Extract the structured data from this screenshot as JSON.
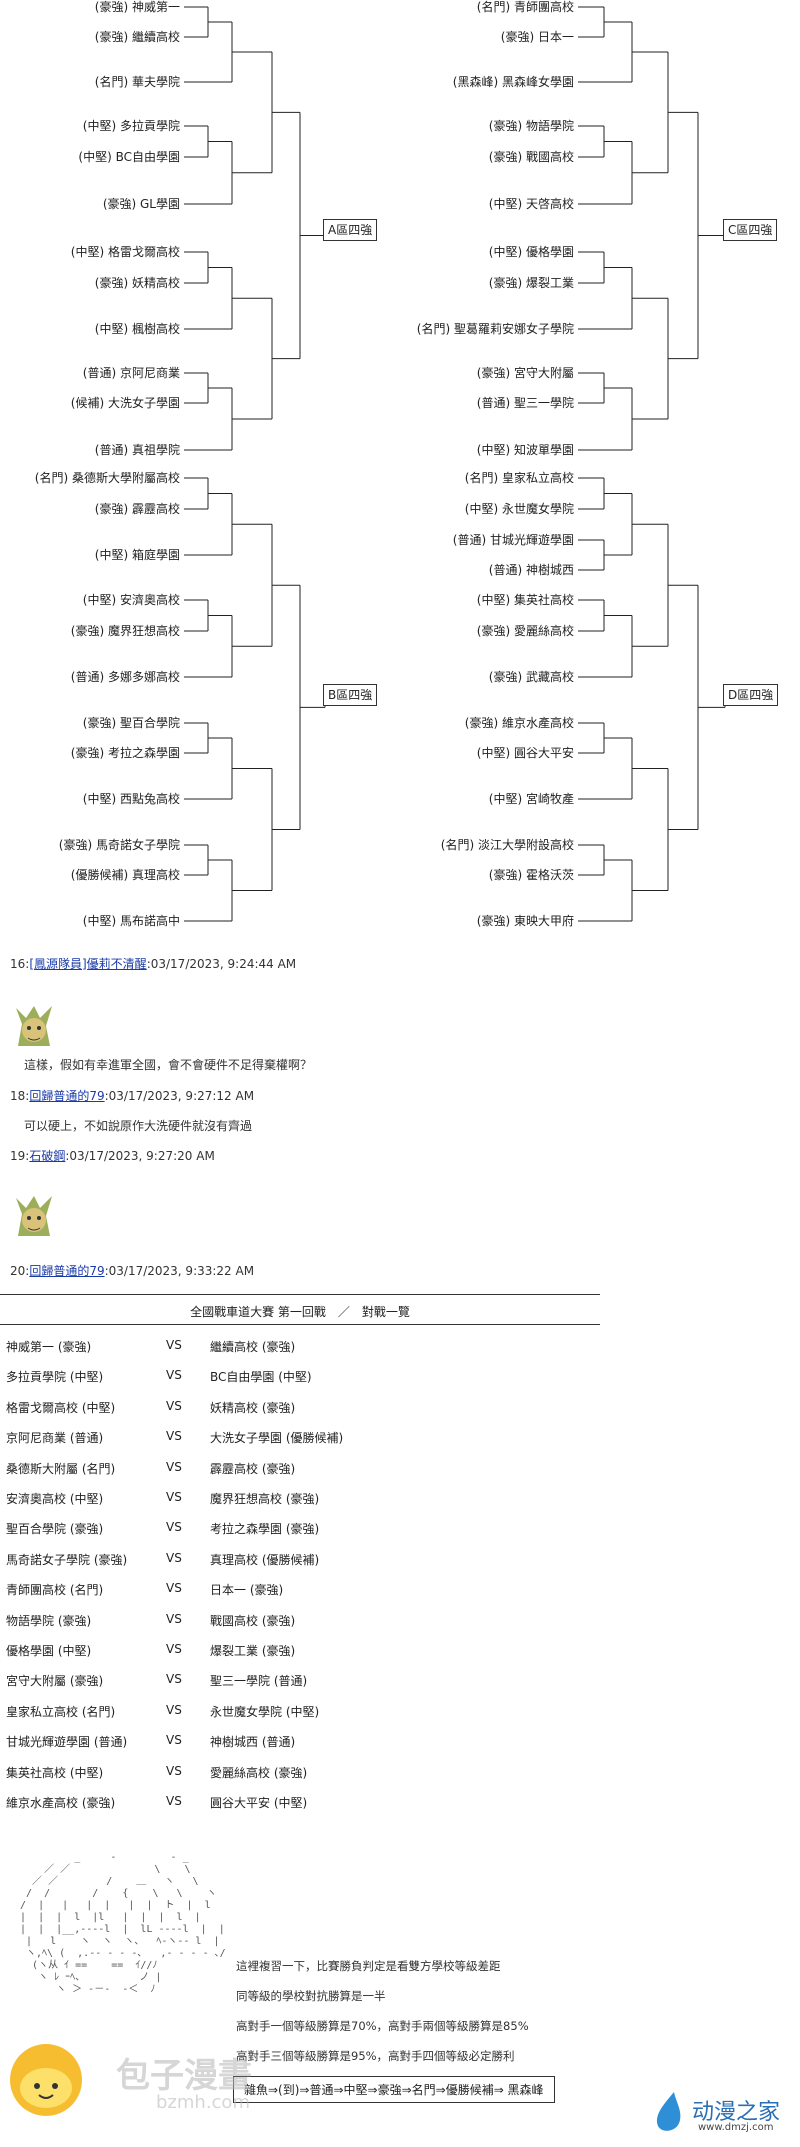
{
  "bracket": {
    "left_column": [
      {
        "tag": "(豪強)",
        "name": "神威第一"
      },
      {
        "tag": "(豪強)",
        "name": "繼續高校"
      },
      {
        "tag": "(名門)",
        "name": "華夫學院"
      },
      {
        "tag": "(中堅)",
        "name": "多拉貢學院"
      },
      {
        "tag": "(中堅)",
        "name": "BC自由學園"
      },
      {
        "tag": "(豪強)",
        "name": "GL學園"
      },
      {
        "tag": "(中堅)",
        "name": "格雷戈爾高校"
      },
      {
        "tag": "(豪強)",
        "name": "妖精高校"
      },
      {
        "tag": "(中堅)",
        "name": "楓樹高校"
      },
      {
        "tag": "(普通)",
        "name": "京阿尼商業"
      },
      {
        "tag": "(候補)",
        "name": "大洗女子學園"
      },
      {
        "tag": "(普通)",
        "name": "真祖學院"
      },
      {
        "tag": "(名門)",
        "name": "桑德斯大學附屬高校"
      },
      {
        "tag": "(豪強)",
        "name": "霹靂高校"
      },
      {
        "tag": "(中堅)",
        "name": "箱庭學園"
      },
      {
        "tag": "(中堅)",
        "name": "安濟奧高校"
      },
      {
        "tag": "(豪強)",
        "name": "魔界狂想高校"
      },
      {
        "tag": "(普通)",
        "name": "多娜多娜高校"
      },
      {
        "tag": "(豪強)",
        "name": "聖百合學院"
      },
      {
        "tag": "(豪強)",
        "name": "考拉之森學園"
      },
      {
        "tag": "(中堅)",
        "name": "西點兔高校"
      },
      {
        "tag": "(豪強)",
        "name": "馬奇諾女子學院"
      },
      {
        "tag": "(優勝候補)",
        "name": "真理高校"
      },
      {
        "tag": "(中堅)",
        "name": "馬布諾高中"
      }
    ],
    "right_column": [
      {
        "tag": "(名門)",
        "name": "青師團高校"
      },
      {
        "tag": "(豪強)",
        "name": "日本一"
      },
      {
        "tag": "(黑森峰)",
        "name": "黑森峰女學園"
      },
      {
        "tag": "(豪強)",
        "name": "物語學院"
      },
      {
        "tag": "(豪強)",
        "name": "戰國高校"
      },
      {
        "tag": "(中堅)",
        "name": "天啓高校"
      },
      {
        "tag": "(中堅)",
        "name": "優格學園"
      },
      {
        "tag": "(豪強)",
        "name": "爆裂工業"
      },
      {
        "tag": "(名門)",
        "name": "聖葛羅莉安娜女子學院"
      },
      {
        "tag": "(豪強)",
        "name": "宮守大附屬"
      },
      {
        "tag": "(普通)",
        "name": "聖三一學院"
      },
      {
        "tag": "(中堅)",
        "name": "知波單學園"
      },
      {
        "tag": "(名門)",
        "name": "皇家私立高校"
      },
      {
        "tag": "(中堅)",
        "name": "永世魔女學院"
      },
      {
        "tag": "(普通)",
        "name": "甘城光輝遊學園"
      },
      {
        "tag": "(普通)",
        "name": "神樹城西"
      },
      {
        "tag": "(中堅)",
        "name": "集英社高校"
      },
      {
        "tag": "(豪強)",
        "name": "愛麗絲高校"
      },
      {
        "tag": "(豪強)",
        "name": "武藏高校"
      },
      {
        "tag": "(豪強)",
        "name": "維京水產高校"
      },
      {
        "tag": "(中堅)",
        "name": "圓谷大平安"
      },
      {
        "tag": "(中堅)",
        "name": "宮崎牧產"
      },
      {
        "tag": "(名門)",
        "name": "淡江大學附設高校"
      },
      {
        "tag": "(豪強)",
        "name": "霍格沃茨"
      },
      {
        "tag": "(豪強)",
        "name": "東映大甲府"
      }
    ],
    "zones": {
      "a": "A區四強",
      "b": "B區四強",
      "c": "C區四強",
      "d": "D區四強"
    }
  },
  "posts": {
    "p16": {
      "num": "16:",
      "user": "[鳳源隊員]優莉不清醒",
      "time": ":03/17/2023, 9:24:44 AM",
      "body": "這樣，假如有幸進軍全國，會不會硬件不足得棄權啊？"
    },
    "p18": {
      "num": "18:",
      "user": "回歸普通的79",
      "time": ":03/17/2023, 9:27:12 AM",
      "body": "可以硬上，不如說原作大洗硬件就沒有齊過"
    },
    "p19": {
      "num": "19:",
      "user": "石破鋼",
      "time": ":03/17/2023, 9:27:20 AM"
    },
    "p20": {
      "num": "20:",
      "user": "回歸普通的79",
      "time": ":03/17/2023, 9:33:22 AM"
    }
  },
  "matchups": {
    "title": "全國戰車道大賽 第一回戰　／　對戰一覽",
    "vs": "VS",
    "rows": [
      {
        "a": "神威第一 (豪強)",
        "b": "繼續高校 (豪強)"
      },
      {
        "a": "多拉貢學院 (中堅)",
        "b": "BC自由學園 (中堅)"
      },
      {
        "a": "格雷戈爾高校 (中堅)",
        "b": "妖精高校 (豪強)"
      },
      {
        "a": "京阿尼商業 (普通)",
        "b": "大洗女子學園 (優勝候補)"
      },
      {
        "a": "桑德斯大附屬 (名門)",
        "b": "霹靂高校 (豪強)"
      },
      {
        "a": "安濟奧高校 (中堅)",
        "b": "魔界狂想高校 (豪強)"
      },
      {
        "a": "聖百合學院 (豪強)",
        "b": "考拉之森學園 (豪強)"
      },
      {
        "a": "馬奇諾女子學院 (豪強)",
        "b": "真理高校 (優勝候補)"
      },
      {
        "a": "青師團高校 (名門)",
        "b": "日本一 (豪強)"
      },
      {
        "a": "物語學院 (豪強)",
        "b": "戰國高校 (豪強)"
      },
      {
        "a": "優格學園 (中堅)",
        "b": "爆裂工業 (豪強)"
      },
      {
        "a": "宮守大附屬 (豪強)",
        "b": "聖三一學院 (普通)"
      },
      {
        "a": "皇家私立高校 (名門)",
        "b": "永世魔女學院 (中堅)"
      },
      {
        "a": "甘城光輝遊學園 (普通)",
        "b": "神樹城西 (普通)"
      },
      {
        "a": "集英社高校 (中堅)",
        "b": "愛麗絲高校 (豪強)"
      },
      {
        "a": "維京水產高校 (豪強)",
        "b": "圓谷大平安 (中堅)"
      }
    ]
  },
  "notes": {
    "line1": "這裡複習一下，比賽勝負判定是看雙方學校等級差距",
    "line2": "同等級的學校對抗勝算是一半",
    "line3": "高對手一個等級勝算是70%，高對手兩個等級勝算是85%",
    "line4": "高對手三個等級勝算是95%，高對手四個等級必定勝利",
    "box": "雜魚⇒(到)⇒普通⇒中堅⇒豪強⇒名門⇒優勝候補⇒ 黑森峰"
  },
  "watermark": {
    "left": "包子漫畫",
    "left_url": "bzmh.com",
    "right": "动漫之家",
    "right_url": "www.dmzj.com"
  },
  "colors": {
    "link": "#1a3aa8",
    "line": "#222222",
    "border": "#333333"
  }
}
